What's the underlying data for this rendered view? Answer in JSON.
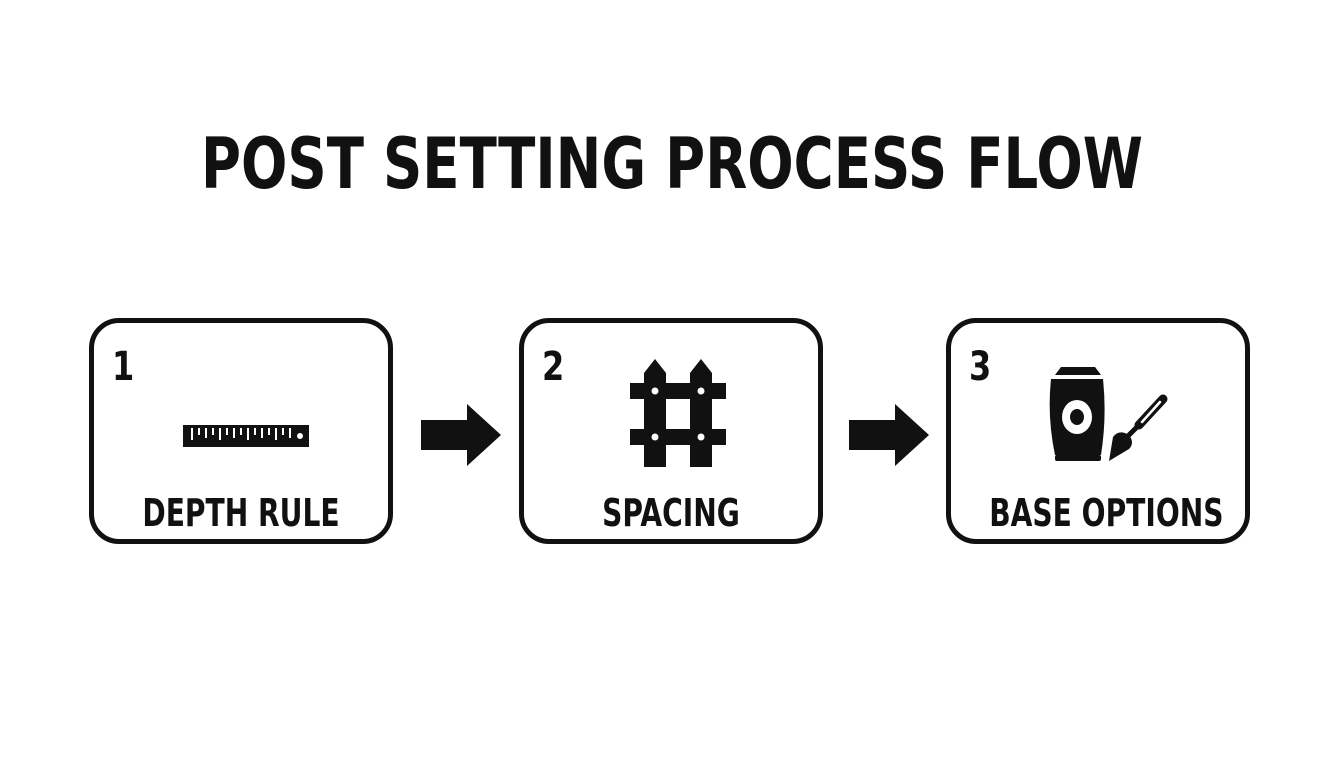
{
  "title": "POST SETTING PROCESS FLOW",
  "steps": [
    {
      "number": "1",
      "label": "DEPTH RULE",
      "icon": "ruler-icon"
    },
    {
      "number": "2",
      "label": "SPACING",
      "icon": "fence-icon"
    },
    {
      "number": "3",
      "label": "BASE OPTIONS",
      "icon": "cement-bag-trowel-icon"
    }
  ],
  "colors": {
    "ink": "#111111",
    "background": "#ffffff"
  }
}
